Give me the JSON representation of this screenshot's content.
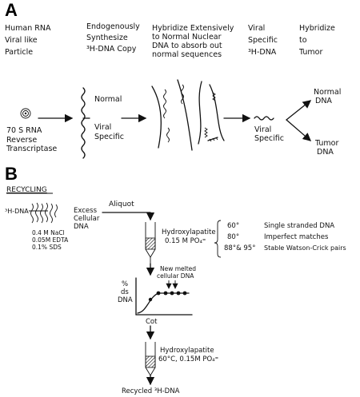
{
  "panelA": {
    "letter": "A",
    "headers": [
      {
        "lines": [
          "Human RNA",
          "Viral like",
          "Particle"
        ]
      },
      {
        "lines": [
          "Endogenously",
          "Synthesize",
          "³H-DNA Copy"
        ]
      },
      {
        "lines": [
          "Hybridize Extensively",
          "to Normal Nuclear",
          "DNA to absorb out",
          "normal sequences"
        ]
      },
      {
        "lines": [
          "Viral",
          "Specific",
          "³H-DNA"
        ]
      },
      {
        "lines": [
          "Hybridize",
          "to",
          "Tumor"
        ]
      }
    ],
    "rna_label": "70 S RNA",
    "rt_label": [
      "Reverse",
      "Transcriptase"
    ],
    "normal_label": "Normal",
    "viral_specific_label": [
      "Viral",
      "Specific"
    ],
    "viral_specific2_label": [
      "Viral",
      "Specific"
    ],
    "normal_dna_label": [
      "Normal",
      "DNA"
    ],
    "tumor_dna_label": [
      "Tumor",
      "DNA"
    ]
  },
  "panelB": {
    "letter": "B",
    "recycling_label": "RECYCLING",
    "h3dna_label": "³H-DNA",
    "excess_label": [
      "Excess",
      "Cellular",
      "DNA"
    ],
    "buffer_lines": [
      "0.4 M NaCl",
      "0.05M EDTA",
      "0.1% SDS"
    ],
    "aliquot_label": "Aliquot",
    "hap_label": [
      "Hydroxylapatite",
      "0.15 M PO₄⁼"
    ],
    "temps": [
      {
        "temp": "60°",
        "desc": "Single stranded DNA"
      },
      {
        "temp": "80°",
        "desc": "Imperfect matches"
      },
      {
        "temp": "88°& 95°",
        "desc": "Stable Watson-Crick pairs"
      }
    ],
    "melted_label": [
      "New melted",
      "cellular DNA"
    ],
    "yaxis_label": [
      "%",
      "ds",
      "DNA"
    ],
    "xaxis_label": "Cot",
    "hap2_label": [
      "Hydroxylapatite",
      "60°C, 0.15M PO₄⁼"
    ],
    "recycled_label": "Recycled ³H-DNA"
  }
}
